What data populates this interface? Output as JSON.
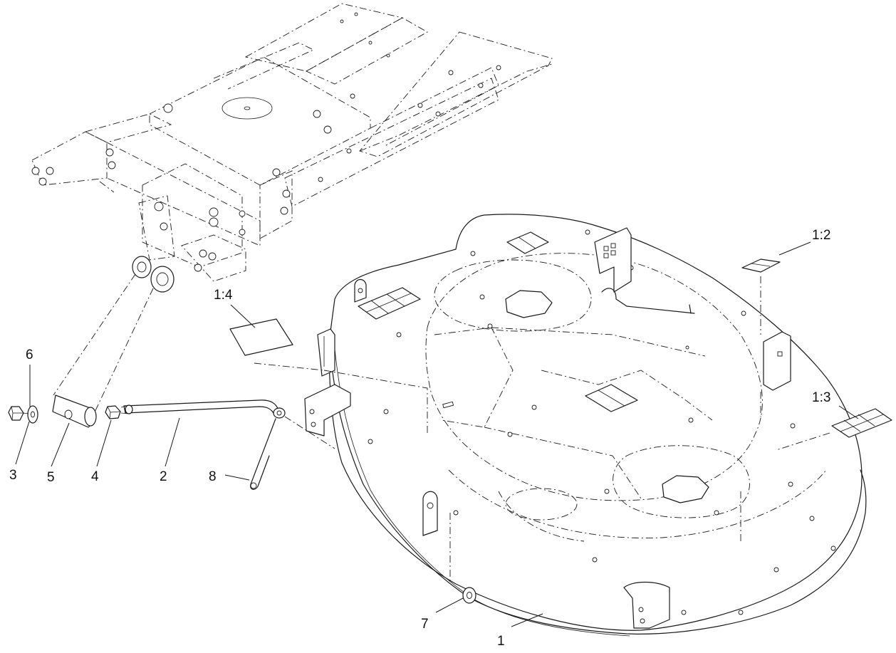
{
  "callouts": {
    "c1": "1",
    "c2": "2",
    "c3": "3",
    "c4": "4",
    "c5": "5",
    "c6": "6",
    "c7": "7",
    "c8": "8",
    "c1_2": "1:2",
    "c1_3": "1:3",
    "c1_4": "1:4"
  }
}
